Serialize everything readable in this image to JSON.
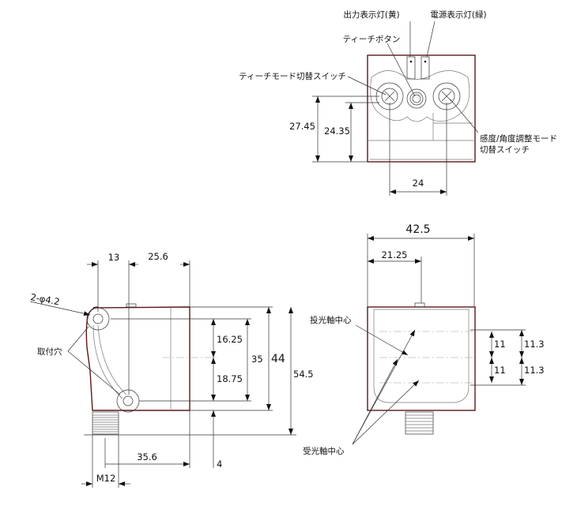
{
  "top_view": {
    "labels": {
      "output_led": "出力表示灯(黄)",
      "power_led": "電源表示灯(緑)",
      "teach_button": "ティーチボタン",
      "teach_mode_switch": "ティーチモード切替スイッチ",
      "sensitivity_switch_line1": "感度/角度調整モード",
      "sensitivity_switch_line2": "切替スイッチ"
    },
    "dimensions": {
      "height_outer": "27.45",
      "height_inner": "24.35",
      "switch_pitch": "24"
    }
  },
  "side_view": {
    "labels": {
      "hole_spec": "2-φ4.2",
      "mounting_holes": "取付穴",
      "thread": "M12"
    },
    "dimensions": {
      "d13": "13",
      "d25_6": "25.6",
      "d16_25": "16.25",
      "d18_75": "18.75",
      "d35": "35",
      "d44": "44",
      "d54_5": "54.5",
      "d35_6": "35.6",
      "d4": "4"
    }
  },
  "front_view": {
    "labels": {
      "emitter_axis": "投光軸中心",
      "receiver_axis": "受光軸中心"
    },
    "dimensions": {
      "width": "42.5",
      "half_width": "21.25",
      "d11_top": "11",
      "d11_bottom": "11",
      "d11_3_top": "11.3",
      "d11_3_bottom": "11.3"
    }
  }
}
